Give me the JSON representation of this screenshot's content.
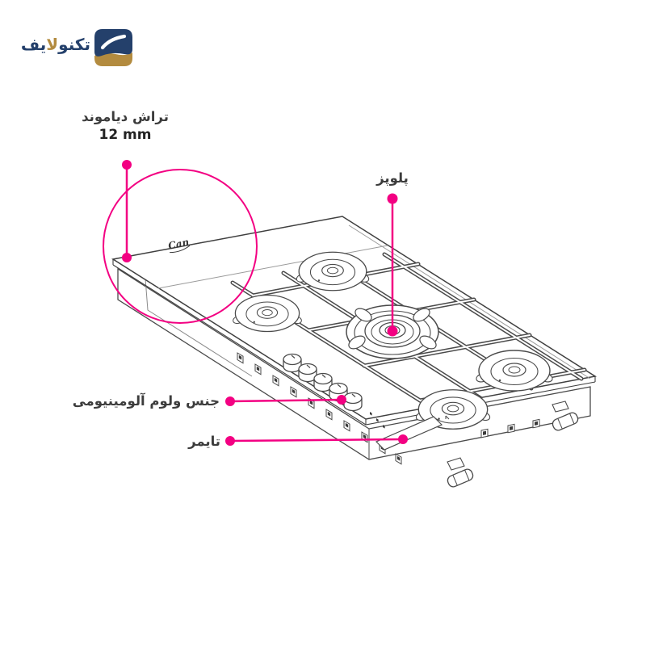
{
  "brand_logo": {
    "wordmark": "تکنولایف",
    "wordmark_parts": {
      "start": "تکنو",
      "middle": "لا",
      "end": "یف"
    },
    "colors": {
      "navy": "#24406b",
      "gold": "#b38b3f",
      "swoosh": "#ffffff"
    }
  },
  "illustration": {
    "product_brand_mark": "Can"
  },
  "annotations": {
    "accent_color": "#f30082",
    "diamond_cut": {
      "label": "تراش دیاموند",
      "value": "12 mm"
    },
    "wok_burner": {
      "label": "پلوپز"
    },
    "knob_material": {
      "label": "جنس ولوم آلومینیومی"
    },
    "timer": {
      "label": "تایمر"
    }
  }
}
